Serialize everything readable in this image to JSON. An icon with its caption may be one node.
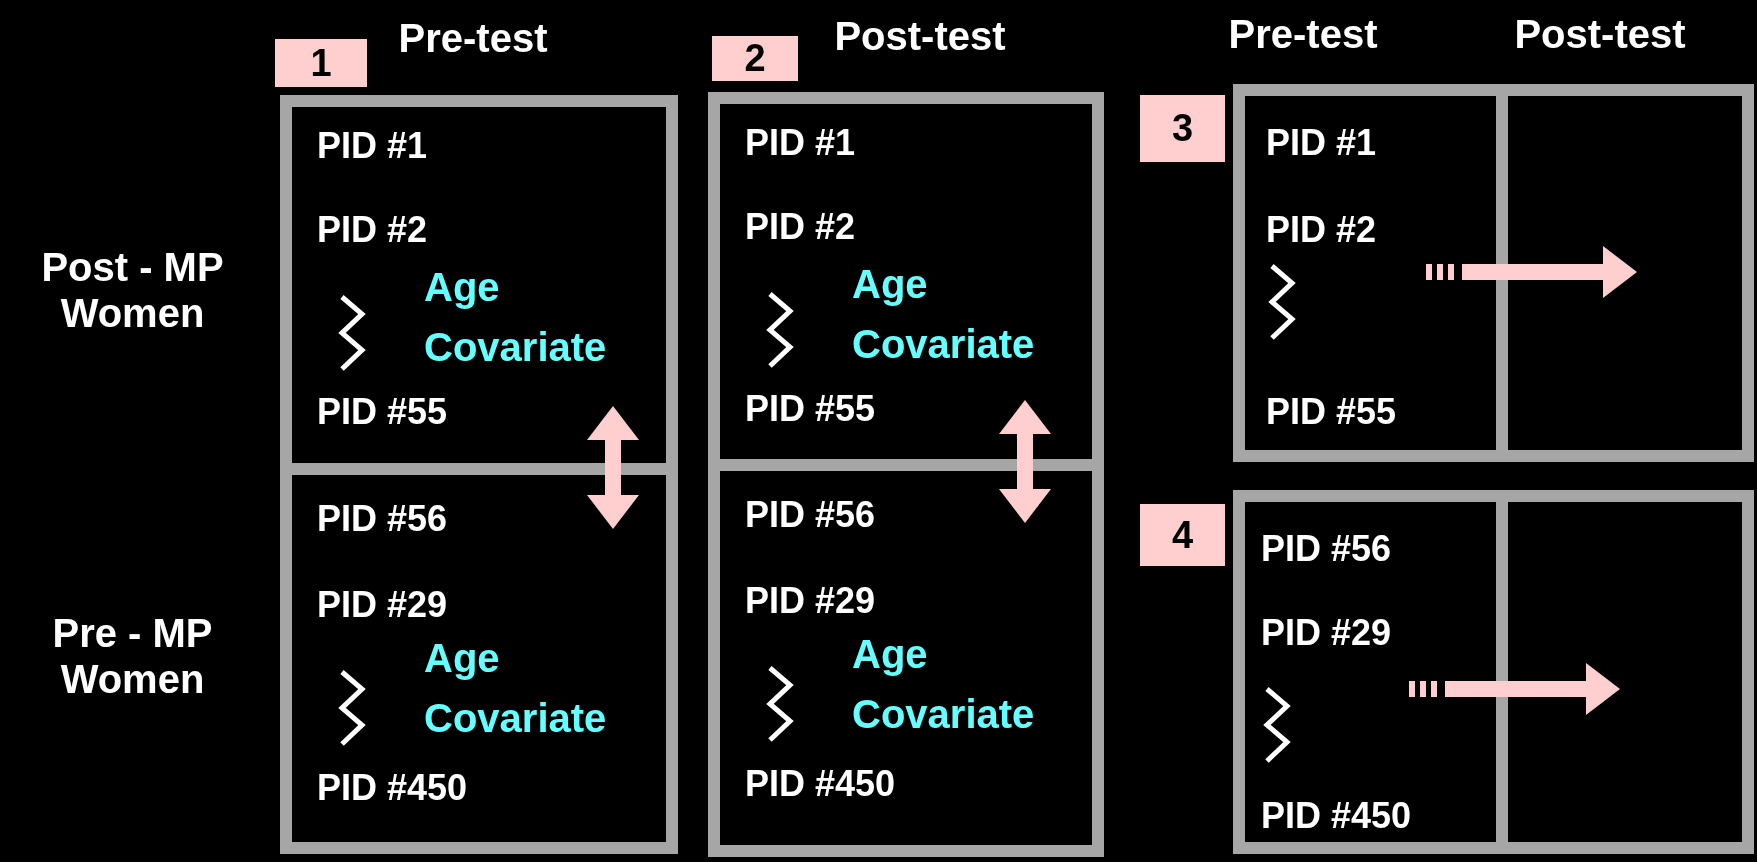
{
  "diagram": {
    "nodes": [
      {
        "text": [
          "1"
        ]
      },
      {
        "text": [
          "2"
        ]
      },
      {
        "text": [
          "PID #1",
          "PID #2",
          "Age Covariate",
          "PID #55"
        ]
      },
      {
        "text": [
          "PID #1",
          "PID #2",
          "Age Covariate",
          "PID #55"
        ]
      },
      {
        "text": [
          "3"
        ]
      },
      {
        "text": [
          "PID #1",
          "PID #2",
          "PID #55"
        ]
      },
      {
        "text": [],
        "shape": "box"
      },
      {
        "text": [
          "PID #56",
          "PID #29",
          "Age Covariate",
          "PID #450"
        ]
      },
      {
        "text": [
          "PID #56",
          "PID #29",
          "Age Covariate",
          "PID #450"
        ]
      },
      {
        "text": [
          "4"
        ]
      },
      {
        "text": [
          "PID #56",
          "PID #29",
          "PID #450"
        ]
      },
      {
        "text": [],
        "shape": "box"
      }
    ],
    "edges": [
      {
        "from": 2,
        "to": 7,
        "arrow": "both"
      },
      {
        "from": 3,
        "to": 8,
        "arrow": "both"
      },
      {
        "from": 5,
        "to": 6,
        "arrow": "to"
      },
      {
        "from": 10,
        "to": 11,
        "arrow": "to"
      }
    ],
    "labels": [
      "Pre-test",
      "Post-test",
      "Pre-test",
      "Post-test",
      "Post - MP Women",
      "Pre - MP Women"
    ]
  }
}
